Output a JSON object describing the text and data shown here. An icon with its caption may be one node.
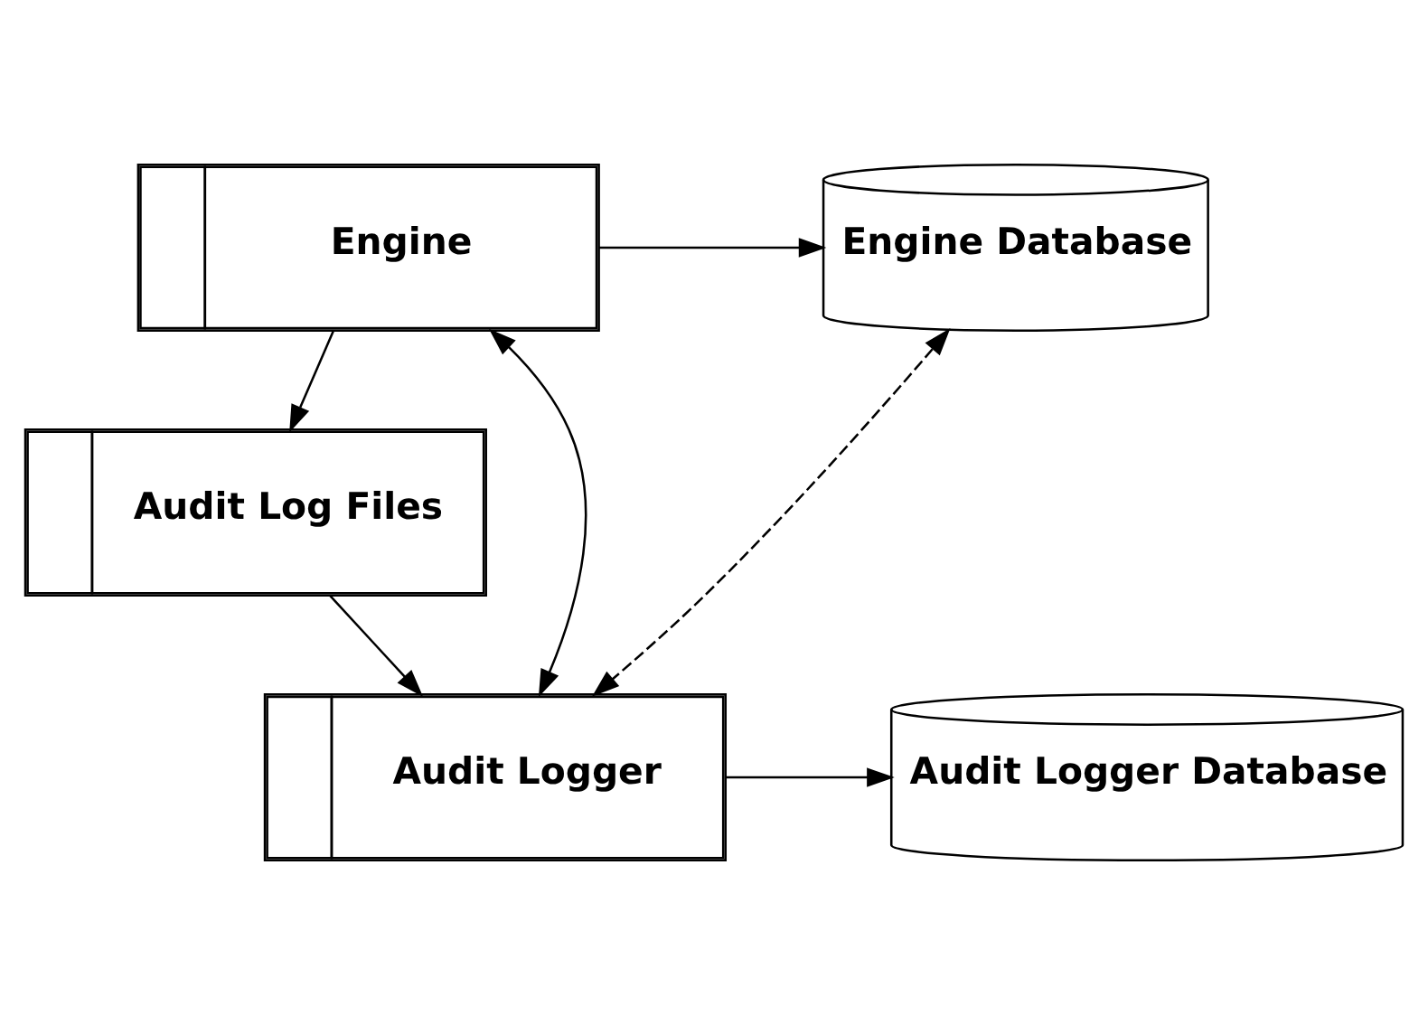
{
  "diagram": {
    "nodes": [
      {
        "text": [
          "Engine"
        ]
      },
      {
        "text": [
          "Engine Database"
        ]
      },
      {
        "text": [
          "Audit Log Files"
        ]
      },
      {
        "text": [
          "Audit Logger"
        ]
      },
      {
        "text": [
          "Audit Logger Database"
        ]
      }
    ],
    "edges": [
      {
        "from": 0,
        "to": 1,
        "arrow": "to"
      },
      {
        "from": 0,
        "to": 2,
        "arrow": "to"
      },
      {
        "from": 2,
        "to": 3,
        "arrow": "to"
      },
      {
        "from": 1,
        "to": 3,
        "arrow": "both",
        "style": "dashed"
      },
      {
        "from": 3,
        "to": 4,
        "arrow": "to"
      },
      {
        "from": 3,
        "to": 0,
        "arrow": "both"
      }
    ]
  }
}
